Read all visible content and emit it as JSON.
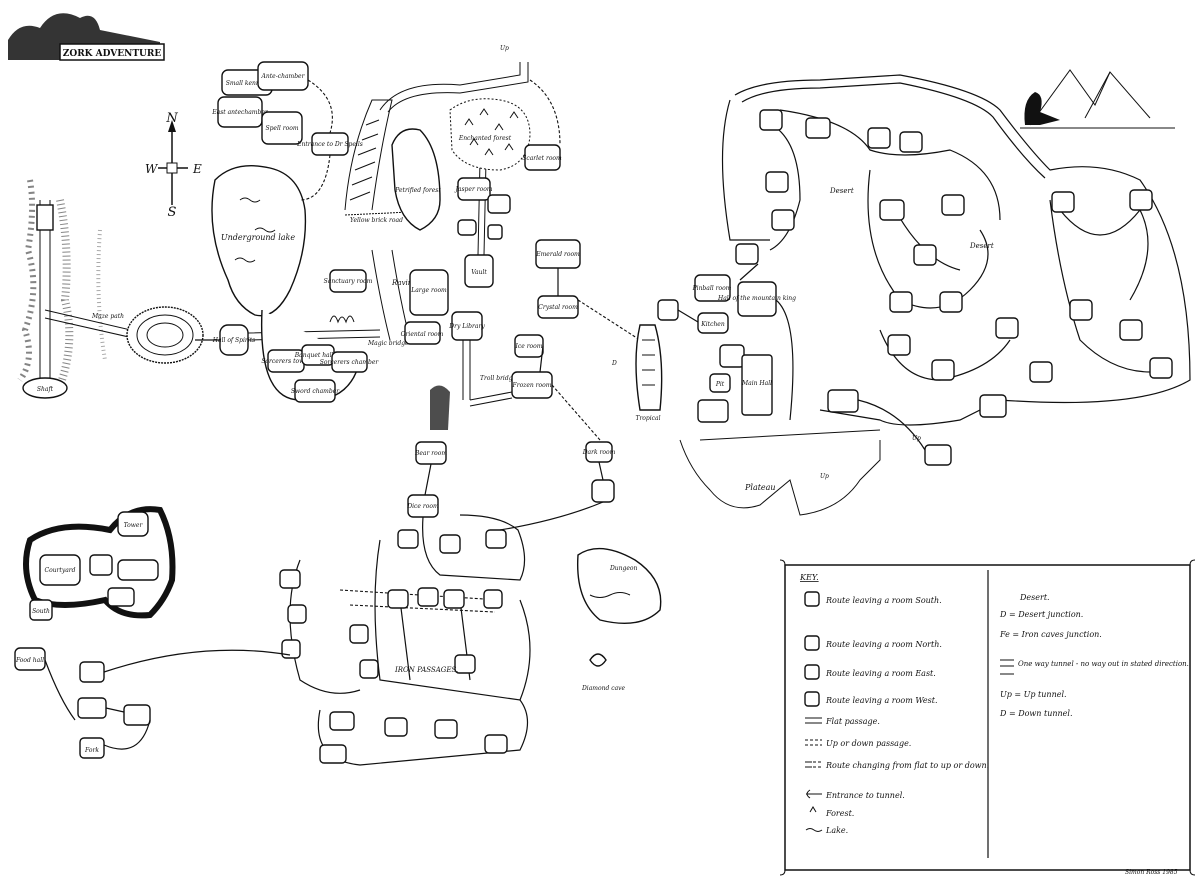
{
  "title": "ZORK ADVENTURE",
  "compass": {
    "n": "N",
    "s": "S",
    "e": "E",
    "w": "W"
  },
  "rooms": {
    "small_kennels": "Small kennels",
    "ante_chamber": "Ante-chamber",
    "east_antechamber": "East antechamber",
    "spell_room": "Spell room",
    "entrance_dr_spells": "Entrance to Dr Spells",
    "underground_lake": "Underground lake",
    "hall_of_spirits": "Hall of Spirits",
    "sorcerers_tower": "Sorcerers tower",
    "banquet_hall": "Banquet hall of",
    "sorcerers_chamber": "Sorcerers chamber",
    "sword_chamber": "Sword chamber",
    "sanctuary_room": "Sanctuary room",
    "ravine": "Ravine",
    "magic_bridge": "Magic bridge",
    "petrified_forest": "Petrified forest",
    "yellow_brick_road": "Yellow brick road",
    "large_room": "Large room",
    "vault": "Vault",
    "oriental_room": "Oriental room",
    "dry_library": "Dry Library",
    "troll_bridge": "Troll bridge",
    "enchanted_forest": "Enchanted forest",
    "jasper_room": "Jasper room",
    "scarlet_room": "Scarlet room",
    "emerald_room": "Emerald room",
    "crystal_room": "Crystal room",
    "ice_room": "Ice room",
    "frozen_room": "Frozen room",
    "tropical": "Tropical",
    "bear_room": "Bear room",
    "dice_room": "Dice room",
    "dark_room": "Dark room",
    "pinball_room": "Pinball room",
    "hall_mountain_king": "Hall of the mountain king",
    "kitchen": "Kitchen",
    "pit": "Pit",
    "main_hall": "Main Hall",
    "plateau": "Plateau",
    "desert_1": "Desert",
    "desert_2": "Desert",
    "tower": "Tower",
    "courtyard": "Courtyard",
    "south_room": "South",
    "iron_passages": "IRON PASSAGES.",
    "dungeon": "Dungeon",
    "diamond_cave": "Diamond cave",
    "shaft": "Shaft",
    "fork": "Fork",
    "food_hall": "Food hall",
    "maze_path": "Maze path"
  },
  "markers": {
    "up": "Up",
    "down": "D",
    "upd": "Up"
  },
  "key": {
    "heading": "KEY.",
    "items": [
      "Route leaving a room South.",
      "Route leaving a room North.",
      "Route leaving a room East.",
      "Route leaving a room West.",
      "Flat passage.",
      "Up or down passage.",
      "Route changing from flat to up or down.",
      "Entrance to tunnel.",
      "Forest.",
      "Lake."
    ],
    "right_heading": "Desert.",
    "right_items": [
      "D = Desert junction.",
      "Fe = Iron caves junction.",
      "One way tunnel - no way out in stated direction.",
      "Up = Up tunnel.",
      "D = Down tunnel."
    ]
  },
  "credit": "Simon Ross 1985"
}
